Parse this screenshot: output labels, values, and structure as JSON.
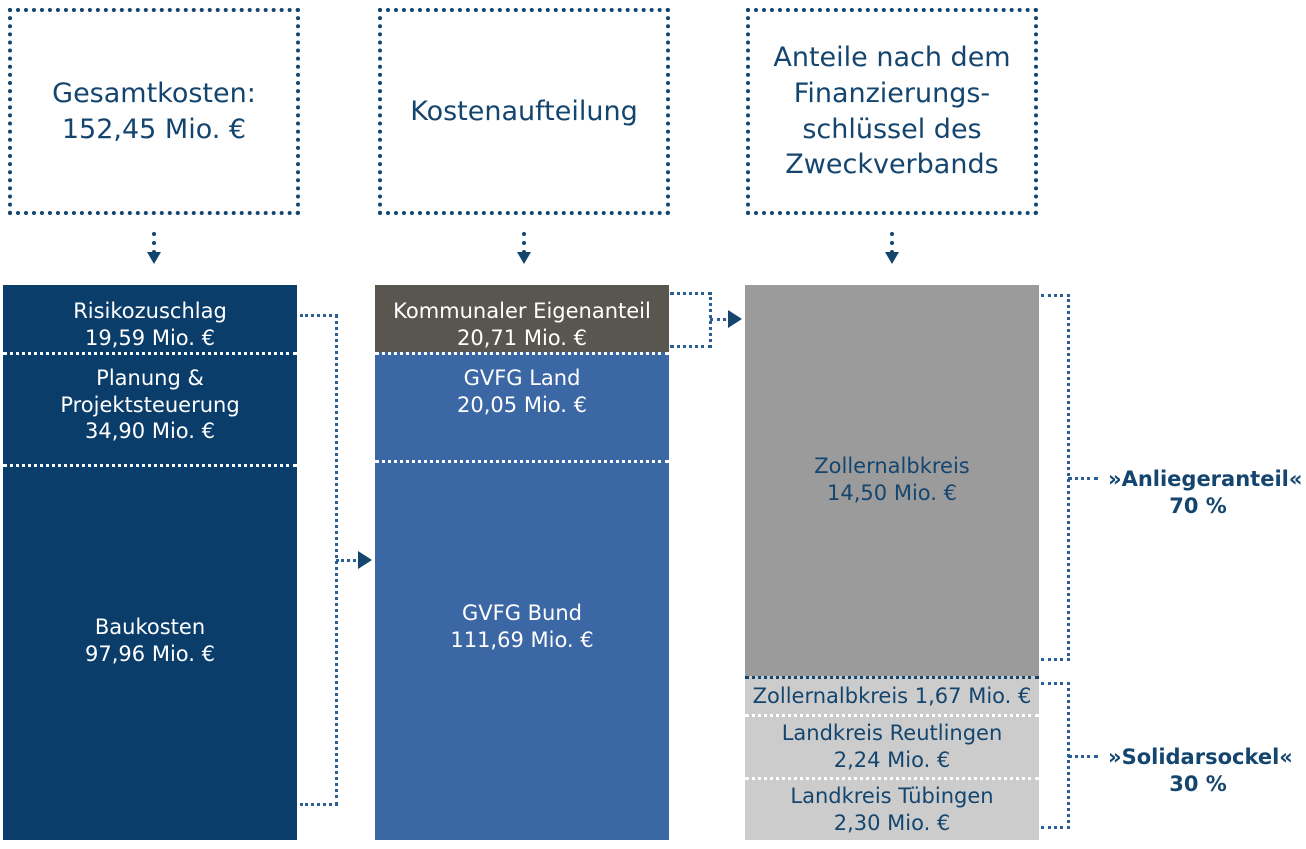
{
  "colors": {
    "dark_blue": "#0b3d6b",
    "medium_blue": "#3c67a5",
    "dark_gray": "#58564f",
    "mid_gray": "#9b9b9b",
    "light_gray": "#cccccc",
    "accent_text": "#14456e",
    "white": "#ffffff"
  },
  "headers": [
    {
      "id": "gesamtkosten",
      "text": "Gesamtkosten:\n152,45 Mio. €"
    },
    {
      "id": "kostenaufteilung",
      "text": "Kostenaufteilung"
    },
    {
      "id": "anteile",
      "text": "Anteile nach dem\nFinanzierungs-\nschlüssel des\nZweckverbands"
    }
  ],
  "columns": [
    {
      "id": "gesamtkosten-bar",
      "segments": [
        {
          "id": "risikozuschlag",
          "label": "Risikozuschlag",
          "value": "19,59 Mio. €",
          "amount": 19.59
        },
        {
          "id": "planung-projektsteuerung",
          "label": "Planung &\nProjektsteuerung",
          "value": "34,90 Mio. €",
          "amount": 34.9
        },
        {
          "id": "baukosten",
          "label": "Baukosten",
          "value": "97,96 Mio. €",
          "amount": 97.96
        }
      ]
    },
    {
      "id": "kostenaufteilung-bar",
      "segments": [
        {
          "id": "kommunaler-eigenanteil",
          "label": "Kommunaler Eigenanteil",
          "value": "20,71 Mio. €",
          "amount": 20.71
        },
        {
          "id": "gvfg-land",
          "label": "GVFG Land",
          "value": "20,05 Mio. €",
          "amount": 20.05
        },
        {
          "id": "gvfg-bund",
          "label": "GVFG Bund",
          "value": "111,69 Mio. €",
          "amount": 111.69
        }
      ]
    },
    {
      "id": "anteile-bar",
      "segments": [
        {
          "id": "zollernalbkreis-anlieger",
          "label": "Zollernalbkreis",
          "value": "14,50 Mio. €",
          "amount": 14.5
        },
        {
          "id": "zollernalbkreis-solidar",
          "label": "Zollernalbkreis 1,67 Mio. €",
          "value": "",
          "amount": 1.67
        },
        {
          "id": "landkreis-reutlingen",
          "label": "Landkreis Reutlingen",
          "value": "2,24 Mio. €",
          "amount": 2.24
        },
        {
          "id": "landkreis-tuebingen",
          "label": "Landkreis Tübingen",
          "value": "2,30 Mio. €",
          "amount": 2.3
        }
      ]
    }
  ],
  "brackets": [
    {
      "id": "anliegeranteil",
      "title": "»Anliegeranteil«",
      "percent": "70 %"
    },
    {
      "id": "solidarsockel",
      "title": "»Solidarsockel«",
      "percent": "30 %"
    }
  ],
  "chart_data": {
    "type": "bar",
    "title": "Finanzierung — Gesamtkosten 152,45 Mio. €",
    "unit": "Mio. €",
    "stacks": [
      {
        "name": "Gesamtkosten",
        "categories": [
          "Risikozuschlag",
          "Planung & Projektsteuerung",
          "Baukosten"
        ],
        "values": [
          19.59,
          34.9,
          97.96
        ],
        "total": 152.45
      },
      {
        "name": "Kostenaufteilung",
        "categories": [
          "Kommunaler Eigenanteil",
          "GVFG Land",
          "GVFG Bund"
        ],
        "values": [
          20.71,
          20.05,
          111.69
        ],
        "total": 152.45
      },
      {
        "name": "Anteile nach Finanzierungsschlüssel",
        "categories": [
          "Zollernalbkreis",
          "Zollernalbkreis",
          "Landkreis Reutlingen",
          "Landkreis Tübingen"
        ],
        "values": [
          14.5,
          1.67,
          2.24,
          2.3
        ],
        "total": 20.71
      }
    ],
    "groups": [
      {
        "name": "»Anliegeranteil«",
        "share": "70 %",
        "members": [
          "Zollernalbkreis 14,50 Mio. €"
        ]
      },
      {
        "name": "»Solidarsockel«",
        "share": "30 %",
        "members": [
          "Zollernalbkreis 1,67 Mio. €",
          "Landkreis Reutlingen 2,24 Mio. €",
          "Landkreis Tübingen 2,30 Mio. €"
        ]
      }
    ],
    "grid": false,
    "legend": "none"
  }
}
